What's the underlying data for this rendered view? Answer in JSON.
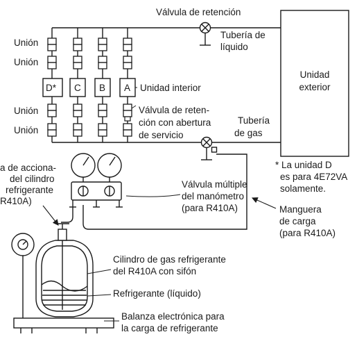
{
  "labels": {
    "check_valve": "Válvula de retención",
    "liquid_pipe_1": "Tubería de",
    "liquid_pipe_2": "líquido",
    "union_1": "Unión",
    "union_2": "Unión",
    "union_3": "Unión",
    "union_4": "Unión",
    "unit_d": "D*",
    "unit_c": "C",
    "unit_b": "B",
    "unit_a": "A",
    "indoor_unit": "Unidad interior",
    "outdoor_unit_1": "Unidad",
    "outdoor_unit_2": "exterior",
    "check_valve_service_1": "Válvula de reten-",
    "check_valve_service_2": "ción con abertura",
    "check_valve_service_3": "de servicio",
    "gas_pipe_1": "Tubería",
    "gas_pipe_2": "de gas",
    "note_1": "* La unidad D",
    "note_2": "es para 4E72VA",
    "note_3": "solamente.",
    "cyl_valve_1": "a de acciona-",
    "cyl_valve_2": "del cilindro",
    "cyl_valve_3": "refrigerante",
    "cyl_valve_4": "R410A)",
    "manifold_1": "Válvula múltiple",
    "manifold_2": "del manómetro",
    "manifold_3": "(para R410A)",
    "hose_1": "Manguera",
    "hose_2": "de carga",
    "hose_3": "(para R410A)",
    "cylinder_1": "Cilindro de gas refrigerante",
    "cylinder_2": "del R410A con sifón",
    "liquid_refrigerant": "Refrigerante (líquido)",
    "scale_1": "Balanza electrónica para",
    "scale_2": "la carga de refrigerante"
  }
}
